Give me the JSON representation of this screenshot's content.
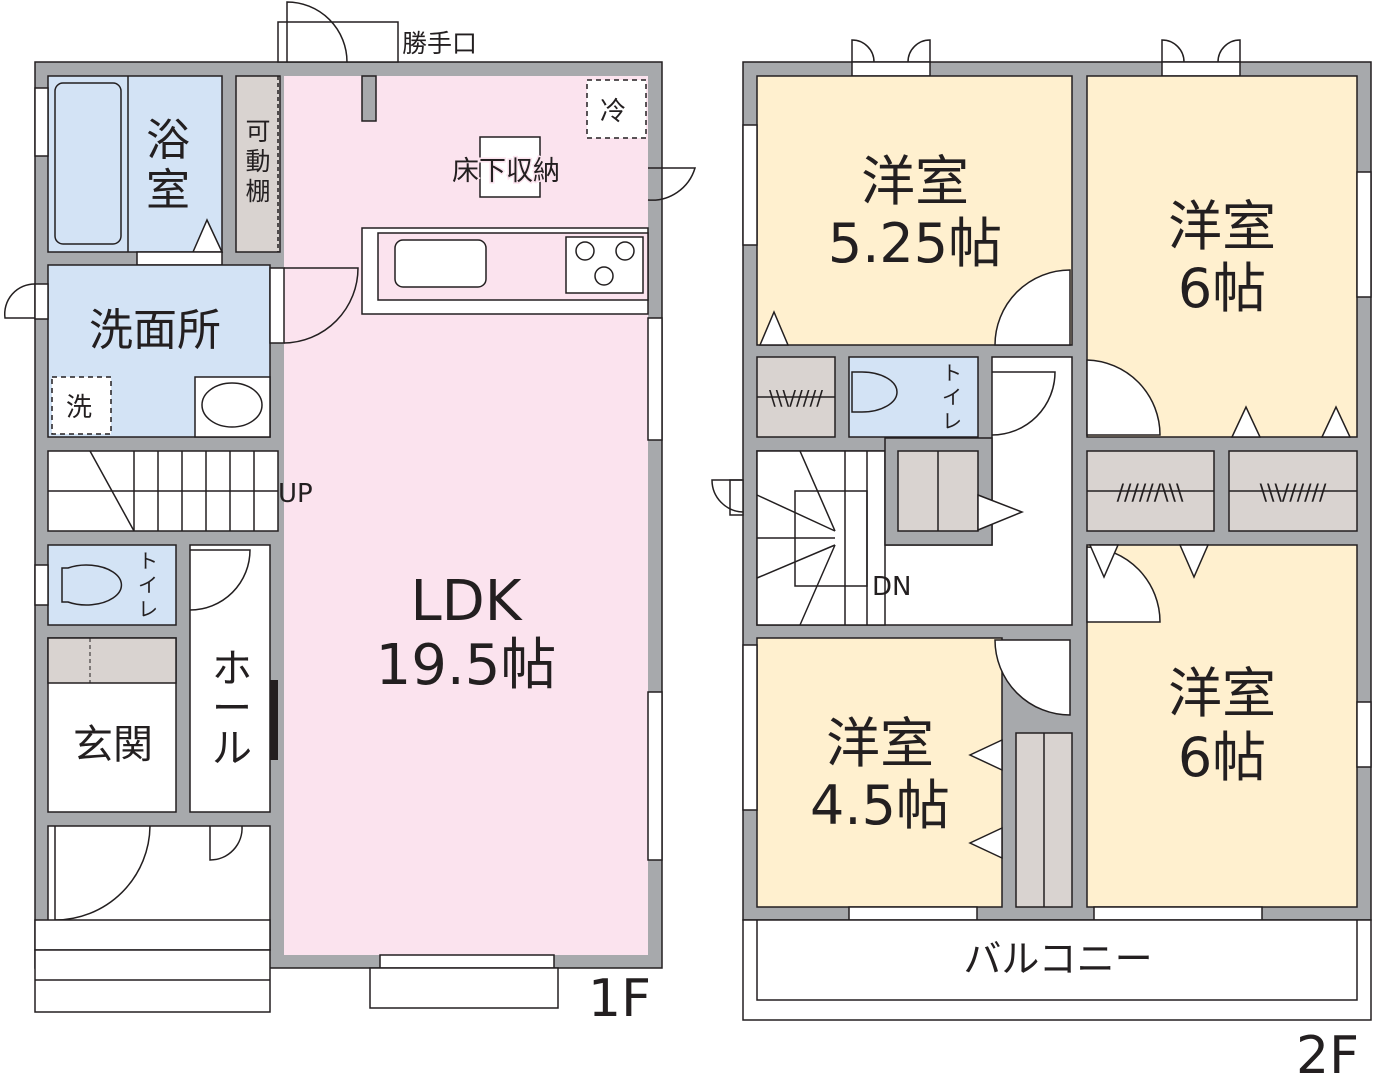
{
  "colors": {
    "wall": "#a7a9ac",
    "wet_area": "#d3e3f5",
    "ldk": "#fbe3ee",
    "bedroom": "#fff0cf",
    "storage": "#d9d3d0"
  },
  "floor1": {
    "label": "1F",
    "service_door": "勝手口",
    "bath": [
      "浴",
      "室"
    ],
    "shelf": [
      "可",
      "動",
      "棚"
    ],
    "fridge": "冷",
    "underfloor_storage": "床下収納",
    "washroom": "洗面所",
    "washer": "洗",
    "stairs": "UP",
    "toilet": [
      "ト",
      "イ",
      "レ"
    ],
    "entrance": "玄関",
    "hall": [
      "ホ",
      "ー",
      "ル"
    ],
    "ldk_name": "LDK",
    "ldk_size": "19.5帖"
  },
  "floor2": {
    "label": "2F",
    "room_a": {
      "name": "洋室",
      "size": "5.25帖"
    },
    "room_b": {
      "name": "洋室",
      "size": "6帖"
    },
    "room_c": {
      "name": "洋室",
      "size": "4.5帖"
    },
    "room_d": {
      "name": "洋室",
      "size": "6帖"
    },
    "toilet": [
      "ト",
      "イ",
      "レ"
    ],
    "stairs": "DN",
    "balcony": "バルコニー"
  }
}
